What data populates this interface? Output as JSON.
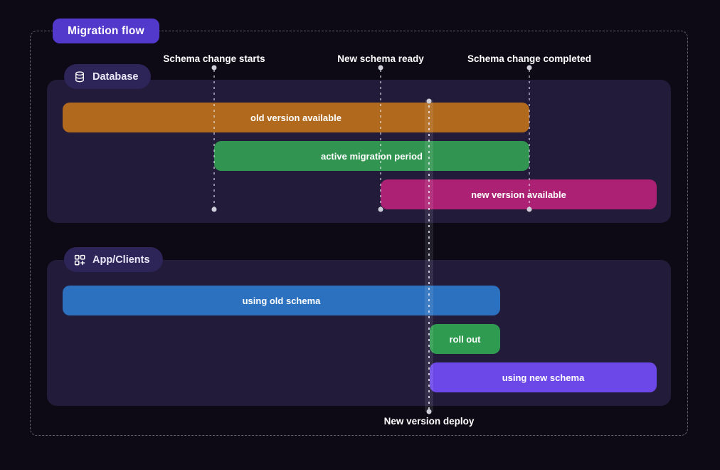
{
  "title": "Migration flow",
  "milestones": [
    {
      "label": "Schema change starts"
    },
    {
      "label": "New schema ready"
    },
    {
      "label": "Schema change completed"
    }
  ],
  "deploy": {
    "label": "New version deploy"
  },
  "lanes": [
    {
      "name": "Database",
      "icon": "database-icon",
      "bars": [
        {
          "label": "old version available",
          "color": "#b16a1d"
        },
        {
          "label": "active migration period",
          "color": "#319551"
        },
        {
          "label": "new version available",
          "color": "#ac2173"
        }
      ]
    },
    {
      "name": "App/Clients",
      "icon": "apps-plus-icon",
      "bars": [
        {
          "label": "using old schema",
          "color": "#2b71bf"
        },
        {
          "label": "roll out",
          "color": "#2f9b50"
        },
        {
          "label": "using new schema",
          "color": "#6d48e8"
        }
      ]
    }
  ],
  "colors": {
    "background": "#0d0a16",
    "panel": "#221b3a",
    "lane_badge": "#2d2558",
    "title_badge": "#5238cb",
    "frame_dash": "#60606e",
    "dot": "#cdced9",
    "text": "#ffffff"
  }
}
